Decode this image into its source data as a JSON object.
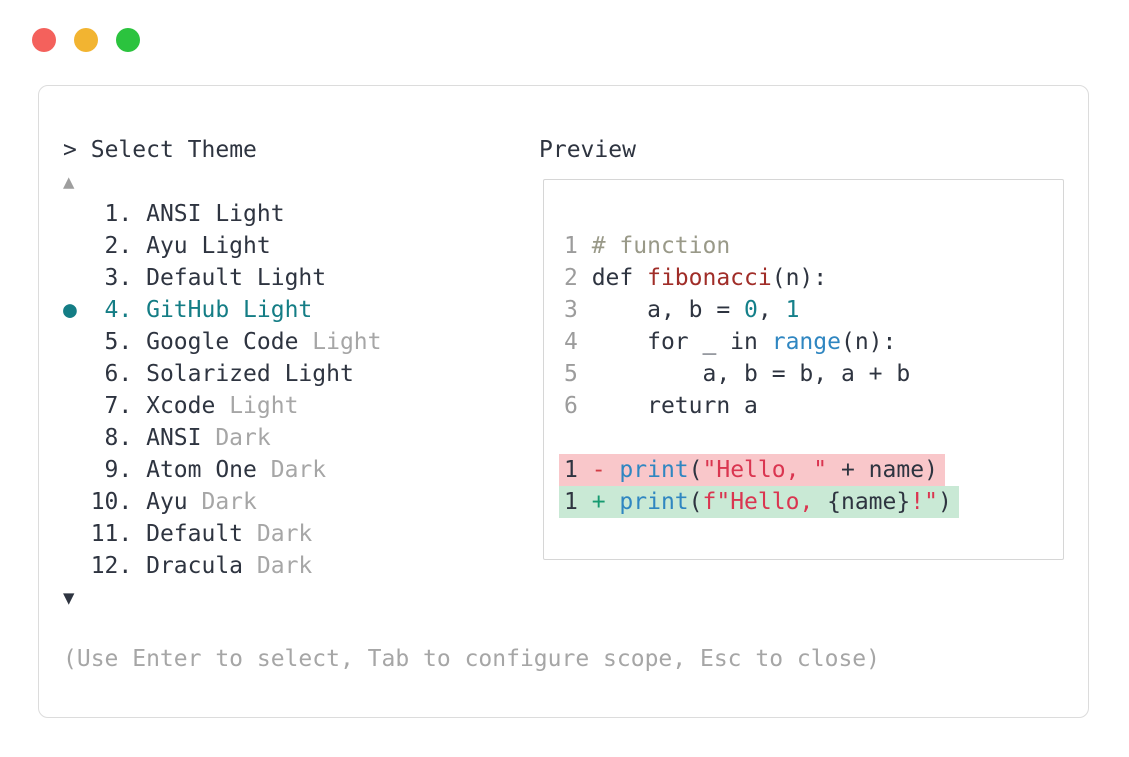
{
  "window": {
    "controls": [
      {
        "name": "close",
        "color": "#f4615c"
      },
      {
        "name": "minimize",
        "color": "#f2b431"
      },
      {
        "name": "maximize",
        "color": "#2bc33e"
      }
    ]
  },
  "prompt": {
    "caret": ">",
    "title": "Select Theme"
  },
  "preview": {
    "label": "Preview"
  },
  "list": {
    "up_arrow": "▲",
    "down_arrow": "▼",
    "bullet": "●",
    "items": [
      {
        "number": "1.",
        "name": "ANSI",
        "variant": "Light",
        "muted": false,
        "selected": false
      },
      {
        "number": "2.",
        "name": "Ayu",
        "variant": "Light",
        "muted": false,
        "selected": false
      },
      {
        "number": "3.",
        "name": "Default",
        "variant": "Light",
        "muted": false,
        "selected": false
      },
      {
        "number": "4.",
        "name": "GitHub",
        "variant": "Light",
        "muted": false,
        "selected": true
      },
      {
        "number": "5.",
        "name": "Google Code",
        "variant": "Light",
        "muted": true,
        "selected": false
      },
      {
        "number": "6.",
        "name": "Solarized",
        "variant": "Light",
        "muted": false,
        "selected": false
      },
      {
        "number": "7.",
        "name": "Xcode",
        "variant": "Light",
        "muted": true,
        "selected": false
      },
      {
        "number": "8.",
        "name": "ANSI",
        "variant": "Dark",
        "muted": true,
        "selected": false
      },
      {
        "number": "9.",
        "name": "Atom One",
        "variant": "Dark",
        "muted": true,
        "selected": false
      },
      {
        "number": "10.",
        "name": "Ayu",
        "variant": "Dark",
        "muted": true,
        "selected": false
      },
      {
        "number": "11.",
        "name": "Default",
        "variant": "Dark",
        "muted": true,
        "selected": false
      },
      {
        "number": "12.",
        "name": "Dracula",
        "variant": "Dark",
        "muted": true,
        "selected": false
      }
    ]
  },
  "code": {
    "lines": [
      {
        "num": "1",
        "tokens": [
          [
            "comment",
            "# function"
          ]
        ]
      },
      {
        "num": "2",
        "tokens": [
          [
            "plain",
            "def "
          ],
          [
            "func",
            "fibonacci"
          ],
          [
            "plain",
            "(n):"
          ]
        ]
      },
      {
        "num": "3",
        "tokens": [
          [
            "plain",
            "    a, b = "
          ],
          [
            "number",
            "0"
          ],
          [
            "plain",
            ", "
          ],
          [
            "number",
            "1"
          ]
        ]
      },
      {
        "num": "4",
        "tokens": [
          [
            "plain",
            "    for _ in "
          ],
          [
            "builtin",
            "range"
          ],
          [
            "plain",
            "(n):"
          ]
        ]
      },
      {
        "num": "5",
        "tokens": [
          [
            "plain",
            "        a, b = b, a + b"
          ]
        ]
      },
      {
        "num": "6",
        "tokens": [
          [
            "plain",
            "    return a"
          ]
        ]
      }
    ],
    "diff": [
      {
        "num": "1",
        "sign": "-",
        "type": "removed",
        "tokens": [
          [
            "builtin",
            "print"
          ],
          [
            "plain",
            "("
          ],
          [
            "string",
            "\"Hello, \""
          ],
          [
            "plain",
            " + name)"
          ]
        ]
      },
      {
        "num": "1",
        "sign": "+",
        "type": "added",
        "tokens": [
          [
            "plain",
            "("
          ],
          [
            "string",
            "f\"Hello, "
          ],
          [
            "plain",
            "{name}"
          ],
          [
            "string",
            "!\""
          ],
          [
            "plain",
            ")"
          ]
        ],
        "tokens_pre": [
          [
            "builtin",
            "print"
          ]
        ]
      }
    ]
  },
  "footer": {
    "hint": "(Use Enter to select, Tab to configure scope, Esc to close)"
  },
  "colors": {
    "selection_teal": "#147d85",
    "muted_gray": "#a6a6a6",
    "line_number_gray": "#9c9c9c",
    "comment": "#999988",
    "function_red": "#a02d28",
    "number_teal": "#15808a",
    "builtin_blue": "#2f86c1",
    "string_red": "#da3550",
    "diff_removed_bg": "#f9c7ca",
    "diff_added_bg": "#c9e9d5",
    "panel_border": "#dcdcdc"
  }
}
